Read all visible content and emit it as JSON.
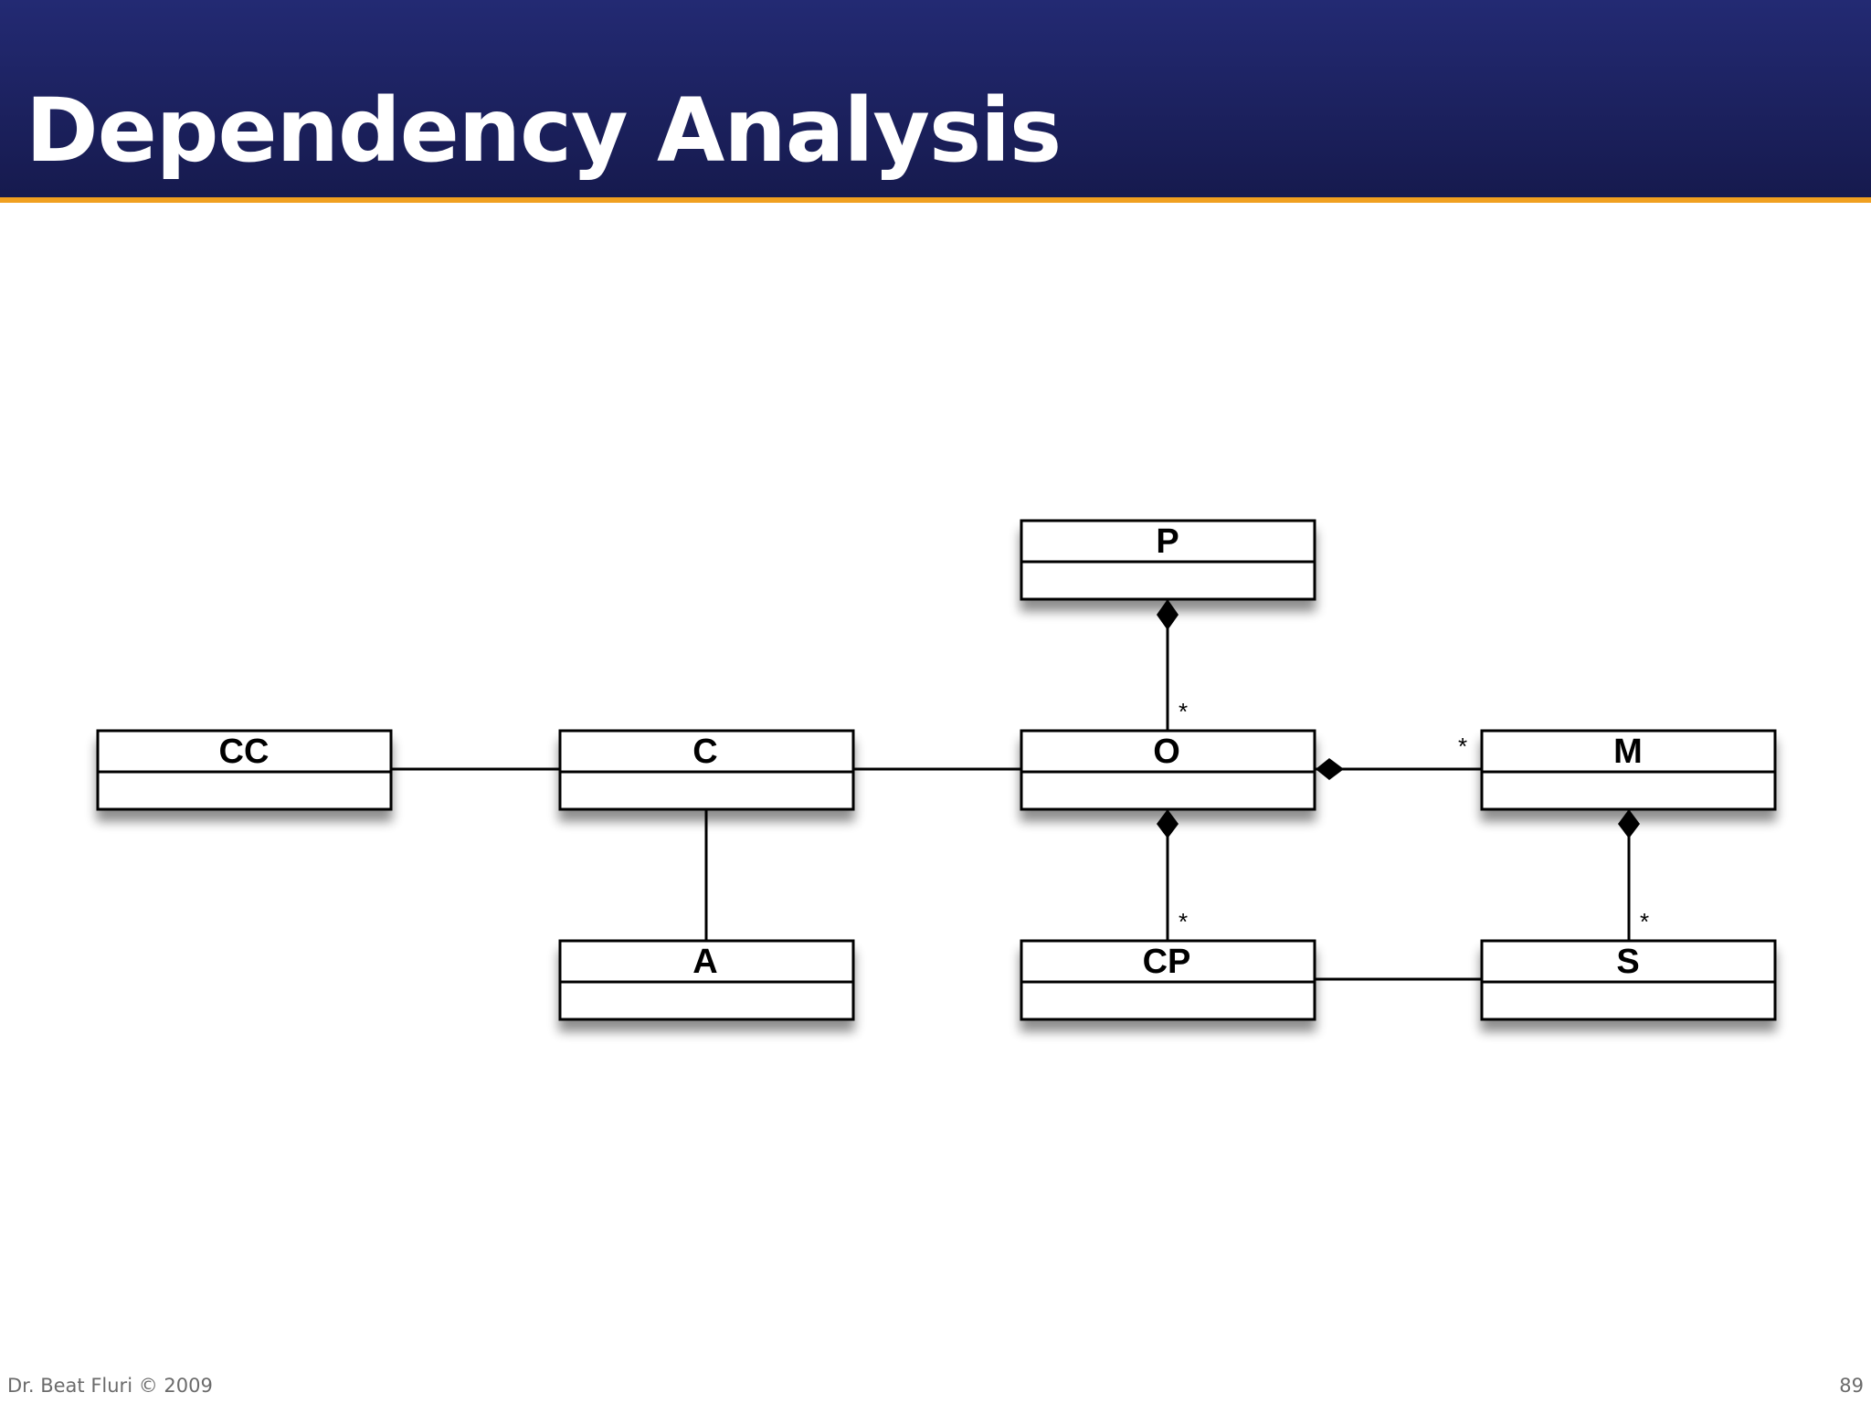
{
  "slide": {
    "title": "Dependency Analysis",
    "footer": "Dr. Beat Fluri © 2009",
    "page_number": "89"
  },
  "diagram": {
    "classes": {
      "P": "P",
      "CC": "CC",
      "C": "C",
      "O": "O",
      "M": "M",
      "A": "A",
      "CP": "CP",
      "S": "S"
    },
    "relations": [
      {
        "from": "CC",
        "to": "C",
        "kind": "association"
      },
      {
        "from": "C",
        "to": "O",
        "kind": "association"
      },
      {
        "from": "C",
        "to": "A",
        "kind": "association"
      },
      {
        "from": "P",
        "to": "O",
        "kind": "composition",
        "multiplicity": "*"
      },
      {
        "from": "O",
        "to": "M",
        "kind": "composition",
        "multiplicity": "*"
      },
      {
        "from": "O",
        "to": "CP",
        "kind": "composition",
        "multiplicity": "*"
      },
      {
        "from": "M",
        "to": "S",
        "kind": "composition",
        "multiplicity": "*"
      },
      {
        "from": "CP",
        "to": "S",
        "kind": "association"
      }
    ],
    "multiplicity_star": "*"
  }
}
